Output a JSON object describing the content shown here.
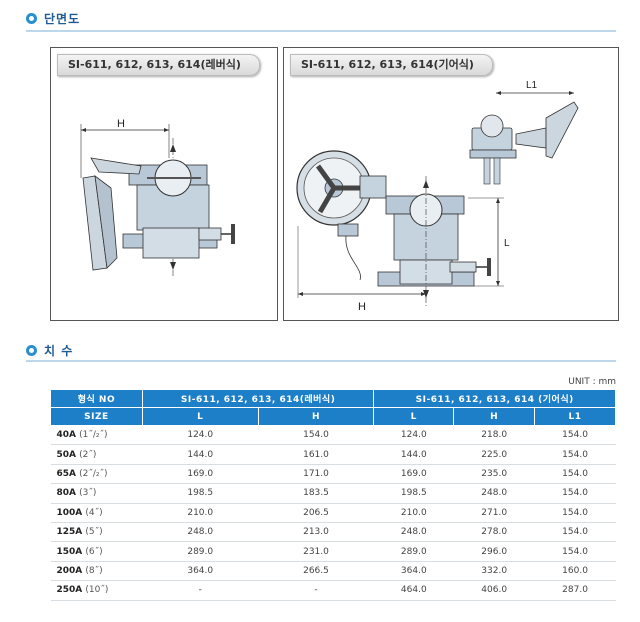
{
  "sections": {
    "section_view": "단면도",
    "dimensions": "치 수"
  },
  "panels": {
    "left_label": "SI-611, 612, 613, 614(레버식)",
    "right_label": "SI-611, 612, 613, 614(기어식)",
    "left_dim_h": "H",
    "right_dim_h": "H",
    "right_dim_l": "L",
    "right_dim_l1": "L1"
  },
  "unit": "UNIT : mm",
  "table": {
    "header_model": "형식 NO",
    "header_lever": "SI-611, 612, 613, 614(레버식)",
    "header_gear": "SI-611, 612, 613, 614 (기어식)",
    "header_size": "SIZE",
    "sub_headers": [
      "L",
      "H",
      "L",
      "H",
      "L1"
    ],
    "rows": [
      {
        "size": "40A",
        "inch": "(1˝/₂˝)",
        "lever_l": "124.0",
        "lever_h": "154.0",
        "gear_l": "124.0",
        "gear_h": "218.0",
        "gear_l1": "154.0"
      },
      {
        "size": "50A",
        "inch": "(2˝)",
        "lever_l": "144.0",
        "lever_h": "161.0",
        "gear_l": "144.0",
        "gear_h": "225.0",
        "gear_l1": "154.0"
      },
      {
        "size": "65A",
        "inch": "(2˝/₂˝)",
        "lever_l": "169.0",
        "lever_h": "171.0",
        "gear_l": "169.0",
        "gear_h": "235.0",
        "gear_l1": "154.0"
      },
      {
        "size": "80A",
        "inch": "(3˝)",
        "lever_l": "198.5",
        "lever_h": "183.5",
        "gear_l": "198.5",
        "gear_h": "248.0",
        "gear_l1": "154.0"
      },
      {
        "size": "100A",
        "inch": "(4˝)",
        "lever_l": "210.0",
        "lever_h": "206.5",
        "gear_l": "210.0",
        "gear_h": "271.0",
        "gear_l1": "154.0"
      },
      {
        "size": "125A",
        "inch": "(5˝)",
        "lever_l": "248.0",
        "lever_h": "213.0",
        "gear_l": "248.0",
        "gear_h": "278.0",
        "gear_l1": "154.0"
      },
      {
        "size": "150A",
        "inch": "(6˝)",
        "lever_l": "289.0",
        "lever_h": "231.0",
        "gear_l": "289.0",
        "gear_h": "296.0",
        "gear_l1": "154.0"
      },
      {
        "size": "200A",
        "inch": "(8˝)",
        "lever_l": "364.0",
        "lever_h": "266.5",
        "gear_l": "364.0",
        "gear_h": "332.0",
        "gear_l1": "160.0"
      },
      {
        "size": "250A",
        "inch": "(10˝)",
        "lever_l": "-",
        "lever_h": "-",
        "gear_l": "464.0",
        "gear_h": "406.0",
        "gear_l1": "287.0"
      }
    ]
  }
}
